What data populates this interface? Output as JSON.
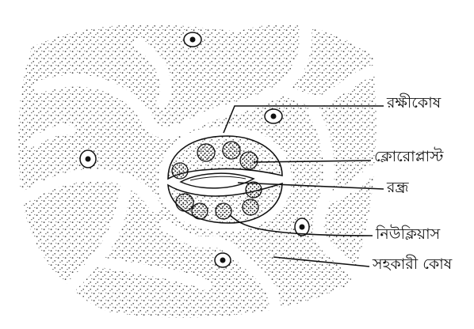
{
  "diagram": {
    "labels": [
      {
        "key": "guard-cell",
        "text": "রক্ষীকোষ"
      },
      {
        "key": "chloroplast",
        "text": "ক্লোরোপ্লাস্ট"
      },
      {
        "key": "pore",
        "text": "রন্ধ্র"
      },
      {
        "key": "nucleus",
        "text": "নিউক্লিয়াস"
      },
      {
        "key": "subsidiary-cell",
        "text": "সহকারী কোষ"
      }
    ],
    "colors": {
      "ink": "#111111",
      "stipple": "#3a3a3a",
      "background": "#ffffff"
    }
  }
}
